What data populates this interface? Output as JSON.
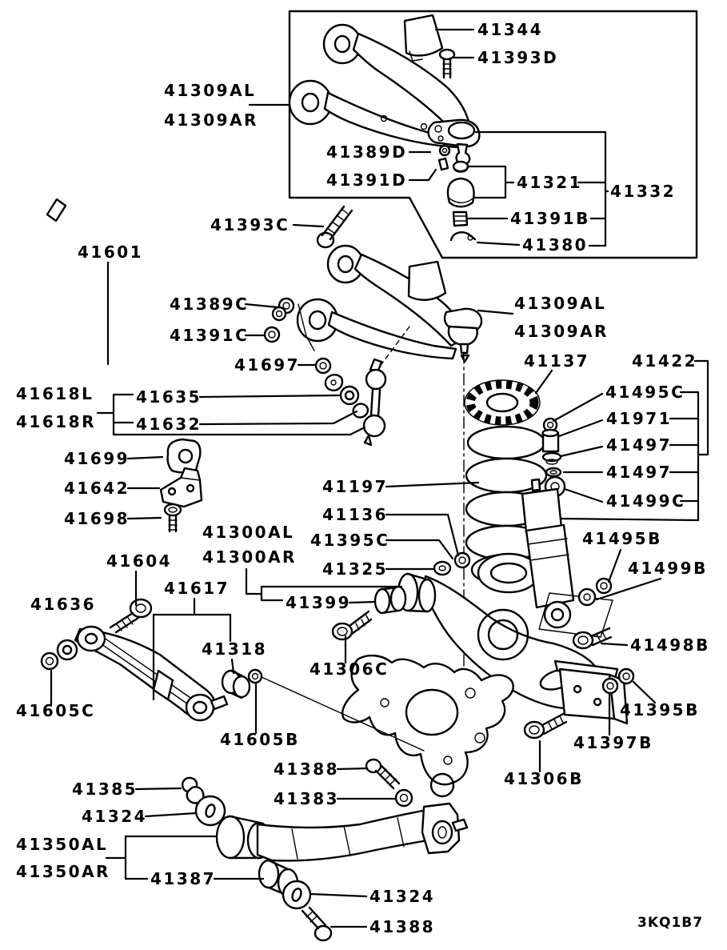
{
  "diagram": {
    "code": "3KQ1B7",
    "colors": {
      "line": "#000000",
      "background": "#ffffff"
    },
    "labels": [
      {
        "text": "41344"
      },
      {
        "text": "41393D"
      },
      {
        "text": "41309AL"
      },
      {
        "text": "41309AR"
      },
      {
        "text": "41389D"
      },
      {
        "text": "41391D"
      },
      {
        "text": "41321"
      },
      {
        "text": "41332"
      },
      {
        "text": "41391B"
      },
      {
        "text": "41380"
      },
      {
        "text": "41393C"
      },
      {
        "text": "41601"
      },
      {
        "text": "41389C"
      },
      {
        "text": "41391C"
      },
      {
        "text": "41309AL"
      },
      {
        "text": "41309AR"
      },
      {
        "text": "41697"
      },
      {
        "text": "41618L"
      },
      {
        "text": "41618R"
      },
      {
        "text": "41635"
      },
      {
        "text": "41632"
      },
      {
        "text": "41137"
      },
      {
        "text": "41422"
      },
      {
        "text": "41495C"
      },
      {
        "text": "41971"
      },
      {
        "text": "41497"
      },
      {
        "text": "41497"
      },
      {
        "text": "41499C"
      },
      {
        "text": "41699"
      },
      {
        "text": "41642"
      },
      {
        "text": "41698"
      },
      {
        "text": "41197"
      },
      {
        "text": "41136"
      },
      {
        "text": "41395C"
      },
      {
        "text": "41325"
      },
      {
        "text": "41300AL"
      },
      {
        "text": "41300AR"
      },
      {
        "text": "41399"
      },
      {
        "text": "41604"
      },
      {
        "text": "41617"
      },
      {
        "text": "41636"
      },
      {
        "text": "41318"
      },
      {
        "text": "41306C"
      },
      {
        "text": "41605C"
      },
      {
        "text": "41605B"
      },
      {
        "text": "41495B"
      },
      {
        "text": "41499B"
      },
      {
        "text": "41498B"
      },
      {
        "text": "41395B"
      },
      {
        "text": "41397B"
      },
      {
        "text": "41388"
      },
      {
        "text": "41383"
      },
      {
        "text": "41306B"
      },
      {
        "text": "41385"
      },
      {
        "text": "41324"
      },
      {
        "text": "41350AL"
      },
      {
        "text": "41350AR"
      },
      {
        "text": "41387"
      },
      {
        "text": "41324"
      },
      {
        "text": "41388"
      }
    ]
  }
}
